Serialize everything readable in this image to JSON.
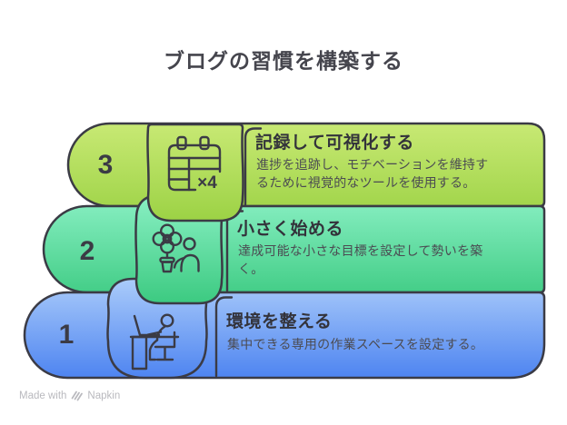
{
  "page": {
    "title": "ブログの習慣を構築する"
  },
  "steps": [
    {
      "number": "3",
      "title": "記録して可視化する",
      "body": "進捗を追跡し、モチベーションを維持す\nるために視覚的なツールを使用する。",
      "icon": "calendar-x4-icon",
      "icon_label": "×4",
      "color_top": "#c8e974",
      "color_bottom": "#9cd245"
    },
    {
      "number": "2",
      "title": "小さく始める",
      "body": "達成可能な小さな目標を設定して勢いを築\nく。",
      "icon": "flower-person-icon",
      "color_top": "#8af0c4",
      "color_bottom": "#3cca81"
    },
    {
      "number": "1",
      "title": "環境を整える",
      "body": "集中できる専用の作業スペースを設定する。",
      "icon": "desk-person-icon",
      "color_top": "#abccfa",
      "color_bottom": "#477ff0"
    }
  ],
  "footer": {
    "made_with": "Made with",
    "brand": "Napkin"
  },
  "colors": {
    "outline": "#3b3b45",
    "heading": "#45454d",
    "step_title": "#33333b",
    "body": "#4b4b52",
    "footer": "#b9b9be",
    "background": "#ffffff"
  }
}
